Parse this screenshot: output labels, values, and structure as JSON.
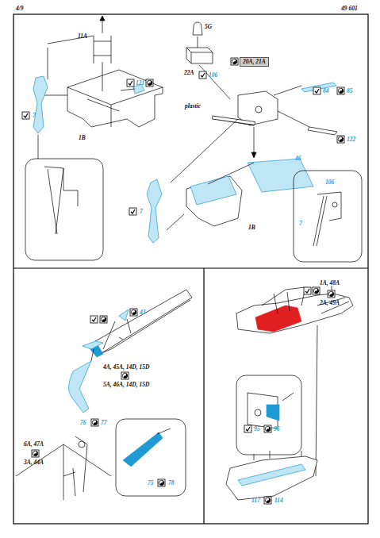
{
  "diagram": {
    "nodes": [
      {
        "text": [
          "20A, 21A"
        ]
      }
    ],
    "labels": [
      "4/9",
      "49 601",
      "11A",
      "5G",
      "22A",
      "121",
      "106",
      "84",
      "85",
      "plastic",
      "7",
      "1B",
      "122",
      "46",
      "106",
      "7",
      "7",
      "1B",
      "43",
      "4A, 45A, 14D, 15D",
      "5A, 46A, 14D, 15D",
      "76",
      "77",
      "6A, 47A",
      "3A, 44A",
      "75",
      "78",
      "1A, 48A",
      "2A, 49A",
      "95",
      "96",
      "117",
      "114"
    ]
  }
}
